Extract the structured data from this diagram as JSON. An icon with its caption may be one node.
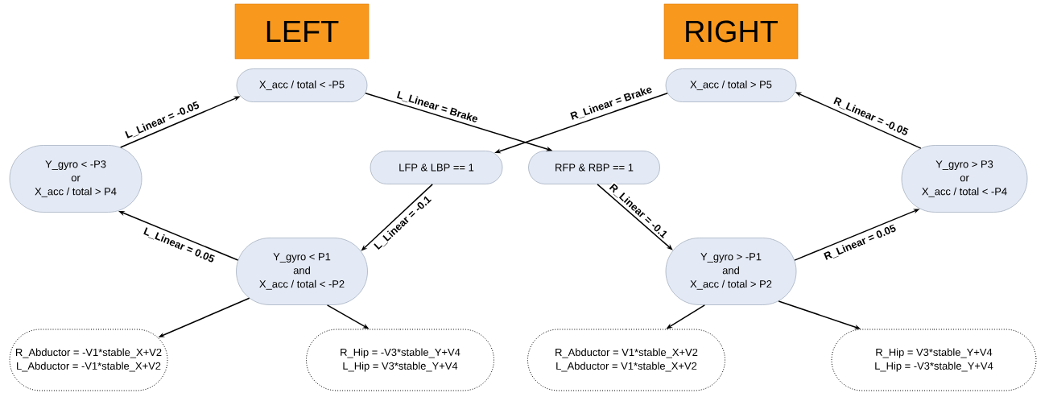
{
  "diagram": {
    "nodes": [
      {
        "text": [
          "LEFT"
        ]
      },
      {
        "text": [
          "RIGHT"
        ]
      },
      {
        "text": [
          "X_acc / total < -P5"
        ]
      },
      {
        "text": [
          "X_acc / total > P5"
        ]
      },
      {
        "text": [
          "Y_gyro < -P3",
          "or",
          "X_acc / total > P4"
        ]
      },
      {
        "text": [
          "LFP & LBP == 1"
        ]
      },
      {
        "text": [
          "RFP & RBP == 1"
        ]
      },
      {
        "text": [
          "Y_gyro > P3",
          "or",
          "X_acc / total < -P4"
        ]
      },
      {
        "text": [
          "Y_gyro < P1",
          "and",
          "X_acc / total < -P2"
        ]
      },
      {
        "text": [
          "Y_gyro > -P1",
          "and",
          "X_acc / total > P2"
        ]
      },
      {
        "text": [
          "R_Abductor = -V1*stable_X+V2",
          "L_Abductor = -V1*stable_X+V2"
        ]
      },
      {
        "text": [
          "R_Hip = -V3*stable_Y+V4",
          "L_Hip = V3*stable_Y+V4"
        ]
      },
      {
        "text": [
          "R_Abductor = V1*stable_X+V2",
          "L_Abductor = V1*stable_X+V2"
        ]
      },
      {
        "text": [
          "R_Hip = V3*stable_Y+V4",
          "L_Hip = -V3*stable_Y+V4"
        ]
      }
    ],
    "edges": [
      {
        "from": 4,
        "to": 2,
        "arrow": "to",
        "label": "L_Linear = -0.05"
      },
      {
        "from": 2,
        "to": 6,
        "arrow": "to",
        "label": "L_Linear = Brake"
      },
      {
        "from": 3,
        "to": 5,
        "arrow": "to",
        "label": "R_Linear = Brake"
      },
      {
        "from": 5,
        "to": 8,
        "arrow": "to",
        "label": "L_Linear = -0.1"
      },
      {
        "from": 8,
        "to": 4,
        "arrow": "to",
        "label": "L_Linear = 0.05"
      },
      {
        "from": 6,
        "to": 9,
        "arrow": "to",
        "label": "R_Linear = -0.1"
      },
      {
        "from": 9,
        "to": 7,
        "arrow": "to",
        "label": "R_Linear = 0.05"
      },
      {
        "from": 7,
        "to": 3,
        "arrow": "to",
        "label": "R_Linear = -0.05"
      },
      {
        "from": 8,
        "to": 10,
        "arrow": "to"
      },
      {
        "from": 8,
        "to": 11,
        "arrow": "to"
      },
      {
        "from": 9,
        "to": 12,
        "arrow": "to"
      },
      {
        "from": 9,
        "to": 13,
        "arrow": "to"
      }
    ]
  }
}
